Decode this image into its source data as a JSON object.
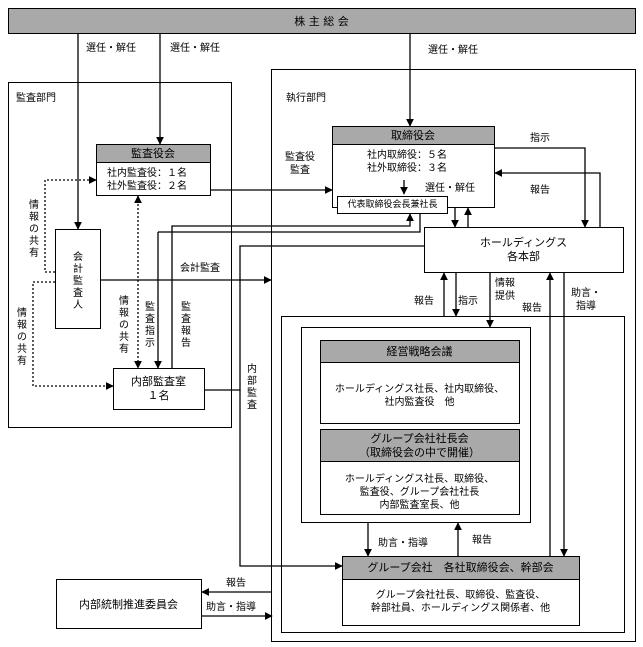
{
  "shareholders": "株 主 総 会",
  "labels": {
    "elect1": "選任・解任",
    "elect2": "選任・解任",
    "elect3": "選任・解任",
    "elect_internal": "選任・解任",
    "audit_dept": "監査部門",
    "exec_dept": "執行部門",
    "board_audit": "監査役会",
    "board_audit_l1": "社内監査役：１名",
    "board_audit_l2": "社外監査役：２名",
    "board": "取締役会",
    "board_l1": "社内取締役：５名",
    "board_l2": "社外取締役：３名",
    "president": "代表取締役会長兼社長",
    "instruct": "指示",
    "report_r": "報告",
    "kansayaku_kansa_1": "監査役",
    "kansayaku_kansa_2": "監査",
    "accountant": "会計監査人",
    "info_share_1": "情報の共有",
    "info_share_2": "情報の共有",
    "info_share_3": "情報の共有",
    "accounting_audit": "会計監査",
    "audit_instruct": "監査指示",
    "audit_report": "監査報告",
    "holdings_1": "ホールディングス",
    "holdings_2": "各本部",
    "report_a": "報告",
    "instruct_a": "指示",
    "info_provide_1": "情報",
    "info_provide_2": "提供",
    "report_b": "報告",
    "advice_1": "助言・",
    "advice_2": "指導",
    "internal_audit_1": "内部監査室",
    "internal_audit_2": "１名",
    "internal_kansa": "内部監査",
    "strategy": "経営戦略会議",
    "strategy_l1": "ホールディングス社長、社内取締役、",
    "strategy_l2": "社内監査役　他",
    "presidents_1": "グループ会社社長会",
    "presidents_2": "（取締役会の中で開催）",
    "presidents_l1": "ホールディングス社長、取締役、",
    "presidents_l2": "監査役、グループ会社社長",
    "presidents_l3": "内部監査室長、他",
    "advice_c": "助言・指導",
    "report_c": "報告",
    "group": "グループ会社　各社取締役会、幹部会",
    "group_l1": "グループ会社社長、取締役、監査役、",
    "group_l2": "幹部社員、ホールディングス関係者、他",
    "committee": "内部統制推進委員会",
    "report_d": "報告",
    "advice_d": "助言・指導"
  }
}
